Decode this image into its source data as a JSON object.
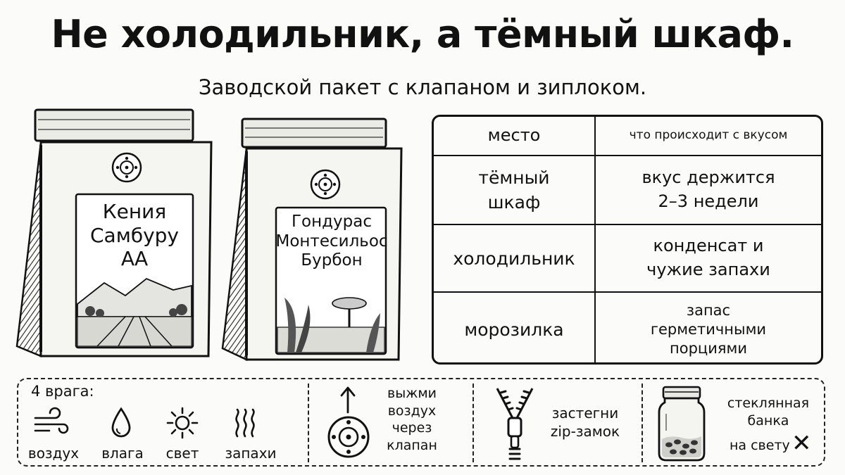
{
  "header": {
    "title": "Не холодильник, а тёмный шкаф.",
    "subtitle": "Заводской пакет с клапаном и зиплоком."
  },
  "bags": [
    {
      "lines": [
        "Кения",
        "Самбуру",
        "АА"
      ]
    },
    {
      "lines": [
        "Гондурас",
        "Монтесильос",
        "Бурбон"
      ]
    }
  ],
  "table": {
    "headers": [
      "место",
      "что происходит с вкусом"
    ],
    "rows": [
      {
        "place": [
          "тёмный",
          "шкаф"
        ],
        "effect": [
          "вкус держится",
          "2–3 недели"
        ]
      },
      {
        "place": [
          "холодильник"
        ],
        "effect": [
          "конденсат и",
          "чужие запахи"
        ]
      },
      {
        "place": [
          "морозилка"
        ],
        "effect": [
          "запас",
          "герметичными",
          "порциями"
        ]
      }
    ]
  },
  "tips": {
    "enemies": {
      "title": "4 врага:",
      "items": [
        {
          "icon": "wind-icon",
          "label": "воздух"
        },
        {
          "icon": "drop-icon",
          "label": "влага"
        },
        {
          "icon": "sun-icon",
          "label": "свет"
        },
        {
          "icon": "smell-icon",
          "label": "запахи"
        }
      ]
    },
    "valve": {
      "lines": [
        "выжми",
        "воздух",
        "через",
        "клапан"
      ]
    },
    "zip": {
      "lines": [
        "застегни",
        "zip-замок"
      ]
    },
    "jar": {
      "lines": [
        "стеклянная",
        "банка",
        "на свету"
      ],
      "mark": "✕"
    }
  }
}
